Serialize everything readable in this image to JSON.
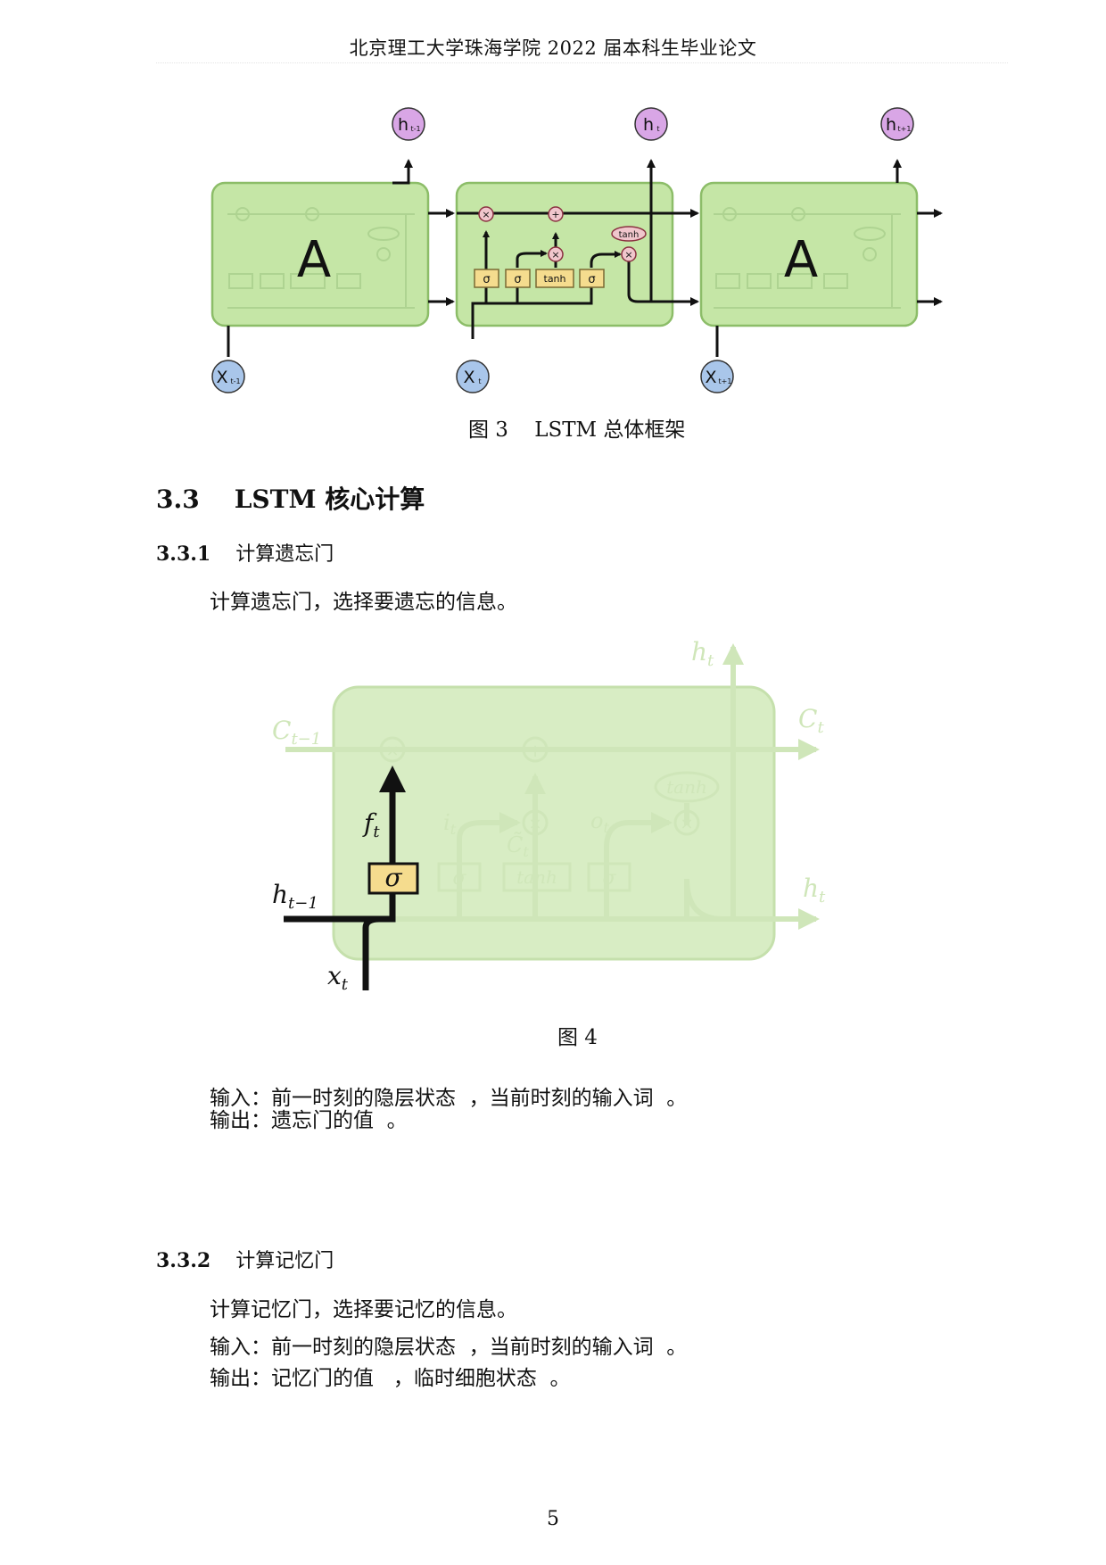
{
  "header": {
    "title": "北京理工大学珠海学院 2022 届本科生毕业论文"
  },
  "figure3": {
    "caption": "图 3    LSTM 总体框架",
    "side_module_letter": "A",
    "hidden_labels": [
      "h",
      "t-1",
      "h",
      "t",
      "h",
      "t+1"
    ],
    "input_labels": [
      "X",
      "t-1",
      "X",
      "t",
      "X",
      "t+1"
    ],
    "gate_labels": [
      "σ",
      "σ",
      "tanh",
      "σ"
    ],
    "op_labels": [
      "×",
      "+",
      "×",
      "×",
      "tanh"
    ]
  },
  "section": {
    "number": "3.3",
    "title": "LSTM 核心计算"
  },
  "subsection1": {
    "number": "3.3.1",
    "title": "计算遗忘门",
    "intro": "计算遗忘门，选择要遗忘的信息。",
    "input_line": "输入：前一时刻的隐层状态  ，当前时刻的输入词  。",
    "output_line": "输出：遗忘门的值  。"
  },
  "figure4": {
    "caption": "图 4",
    "labels": {
      "h_top": "h",
      "h_top_sub": "t",
      "c_prev": "C",
      "c_prev_sub": "t−1",
      "c_next": "C",
      "c_next_sub": "t",
      "f": "f",
      "f_sub": "t",
      "i": "i",
      "i_sub": "t",
      "c_tilde": "C̃",
      "c_tilde_sub": "t",
      "o": "o",
      "o_sub": "t",
      "h_prev": "h",
      "h_prev_sub": "t−1",
      "h_right": "h",
      "h_right_sub": "t",
      "x": "x",
      "x_sub": "t",
      "sigma": "σ",
      "tanh": "tanh",
      "times": "×",
      "plus": "+"
    }
  },
  "subsection2": {
    "number": "3.3.2",
    "title": "计算记忆门",
    "intro": "计算记忆门，选择要记忆的信息。",
    "input_line": "输入：前一时刻的隐层状态  ，当前时刻的输入词  。",
    "output_line": "输出：记忆门的值   ，临时细胞状态  。"
  },
  "page_number": "5",
  "colors": {
    "cell_fill": "#c5e6a6",
    "cell_stroke": "#8cbd68",
    "hidden_node": "#d9a6e6",
    "input_node": "#a9c6ea",
    "gate_fill": "#f5dc8e",
    "op_fill": "#f0c6cc"
  }
}
